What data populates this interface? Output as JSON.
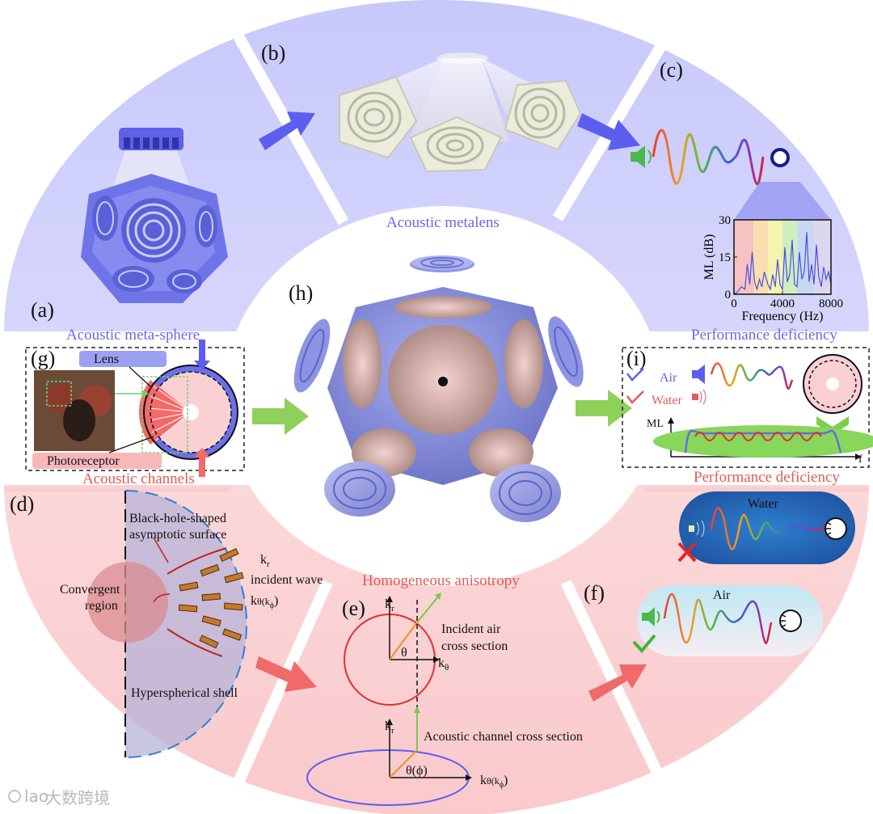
{
  "panels": {
    "a": "(a)",
    "b": "(b)",
    "c": "(c)",
    "d": "(d)",
    "e": "(e)",
    "f": "(f)",
    "g": "(g)",
    "h": "(h)",
    "i": "(i)"
  },
  "titles": {
    "metalens": "Acoustic metalens",
    "meta_sphere": "Acoustic meta-sphere",
    "channels": "Acoustic channels",
    "perf_top": "Performance deficiency",
    "perf_bottom": "Performance deficiency",
    "anisotropy": "Homogeneous anisotropy"
  },
  "panel_g": {
    "lens": "Lens",
    "photoreceptor": "Photoreceptor"
  },
  "panel_i": {
    "air": "Air",
    "water": "Water",
    "ml": "ML",
    "f": "f"
  },
  "panel_d": {
    "bh_line1": "Black-hole-shaped",
    "bh_line2": "asymptotic surface",
    "conv_line1": "Convergent",
    "conv_line2": "region",
    "kr": "k",
    "kr_sub": "r",
    "incident": "incident wave",
    "ktheta": "k",
    "ktheta_rest": "θ(k",
    "kphi_sub": "ϕ",
    "close": ")",
    "shell": "Hyperspherical shell"
  },
  "panel_e": {
    "kr": "k",
    "kr_sub": "r",
    "theta": "θ",
    "ktheta": "k",
    "ktheta_sub": "θ",
    "air1": "Incident air",
    "air2": "cross section",
    "kr2": "k",
    "kr2_sub": "r",
    "channel": "Acoustic channel cross section",
    "theta_phi": "θ(ϕ)",
    "kthetakphi": "k",
    "kthetakphi_rest": "θ(k",
    "kphi_sub": "ϕ",
    "close": ")"
  },
  "panel_f": {
    "water": "Water",
    "air": "Air"
  },
  "watermark": "大数跨境",
  "colors": {
    "blue_region": "#cfd0fb",
    "pink_region": "#fbd0d2",
    "blue_title": "#6a6ae0",
    "red_title": "#e25a5a",
    "arrow_blue": "#5c5ef0",
    "arrow_green": "#8fd05a",
    "arrow_red": "#f06a6a"
  },
  "chart_data": {
    "type": "line",
    "xlabel": "Frequency (Hz)",
    "ylabel": "ML (dB)",
    "xlim": [
      0,
      8000
    ],
    "ylim": [
      0,
      30
    ],
    "x_ticks": [
      "0",
      "4000",
      "8000"
    ],
    "y_ticks": [
      "0",
      "15",
      "30"
    ],
    "series": [
      {
        "x": [
          0,
          300,
          600,
          900,
          1100,
          1300,
          1500,
          1700,
          1900,
          2100,
          2300,
          2500,
          2800,
          3000,
          3200,
          3400,
          3600,
          3800,
          4000,
          4200,
          4400,
          4600,
          4800,
          5000,
          5200,
          5400,
          5600,
          5800,
          6000,
          6200,
          6400,
          6600,
          6800,
          7000,
          7200,
          7400,
          7600,
          7800,
          8000
        ],
        "y": [
          0,
          1,
          3,
          2,
          12,
          4,
          17,
          5,
          2,
          6,
          3,
          9,
          4,
          2,
          8,
          3,
          14,
          4,
          2,
          19,
          5,
          8,
          22,
          4,
          3,
          17,
          6,
          9,
          25,
          5,
          12,
          4,
          20,
          7,
          3,
          11,
          6,
          9,
          4
        ]
      }
    ]
  }
}
